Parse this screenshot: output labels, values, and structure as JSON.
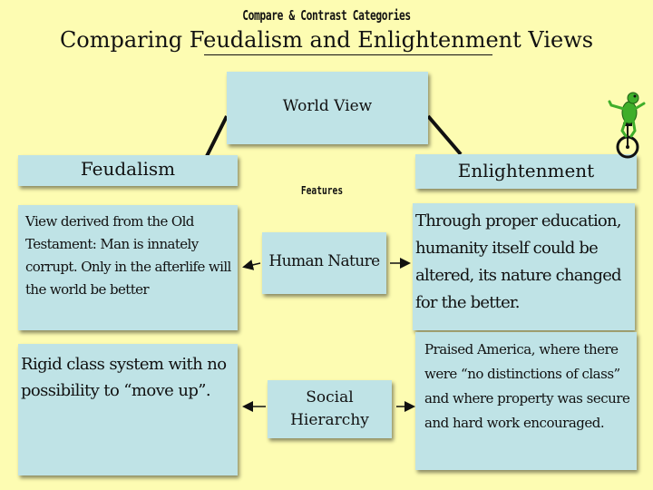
{
  "header": {
    "subtitle": "Compare & Contrast Categories",
    "title": "Comparing Feudalism and Enlightenment Views"
  },
  "diagram": {
    "root": "World View",
    "left_heading": "Feudalism",
    "right_heading": "Enlightenment",
    "features_label": "Features",
    "rows": [
      {
        "feature": "Human Nature",
        "feudalism": "View derived from the Old Testament: Man is innately corrupt.  Only in the afterlife will the world be better",
        "enlightenment": "Through proper education, humanity itself could be altered, its nature changed for the better."
      },
      {
        "feature": "Social Hierarchy",
        "feudalism": "Rigid class system with no possibility to “move up”.",
        "enlightenment": "Praised America, where there were “no distinctions of class” and where property was secure and hard work encouraged."
      }
    ]
  },
  "colors": {
    "background": "#fdfcb2",
    "box_fill": "#bfe3e6",
    "frog_green": "#3fae2a"
  },
  "icons": {
    "mascot": "frog-unicycle-icon"
  }
}
